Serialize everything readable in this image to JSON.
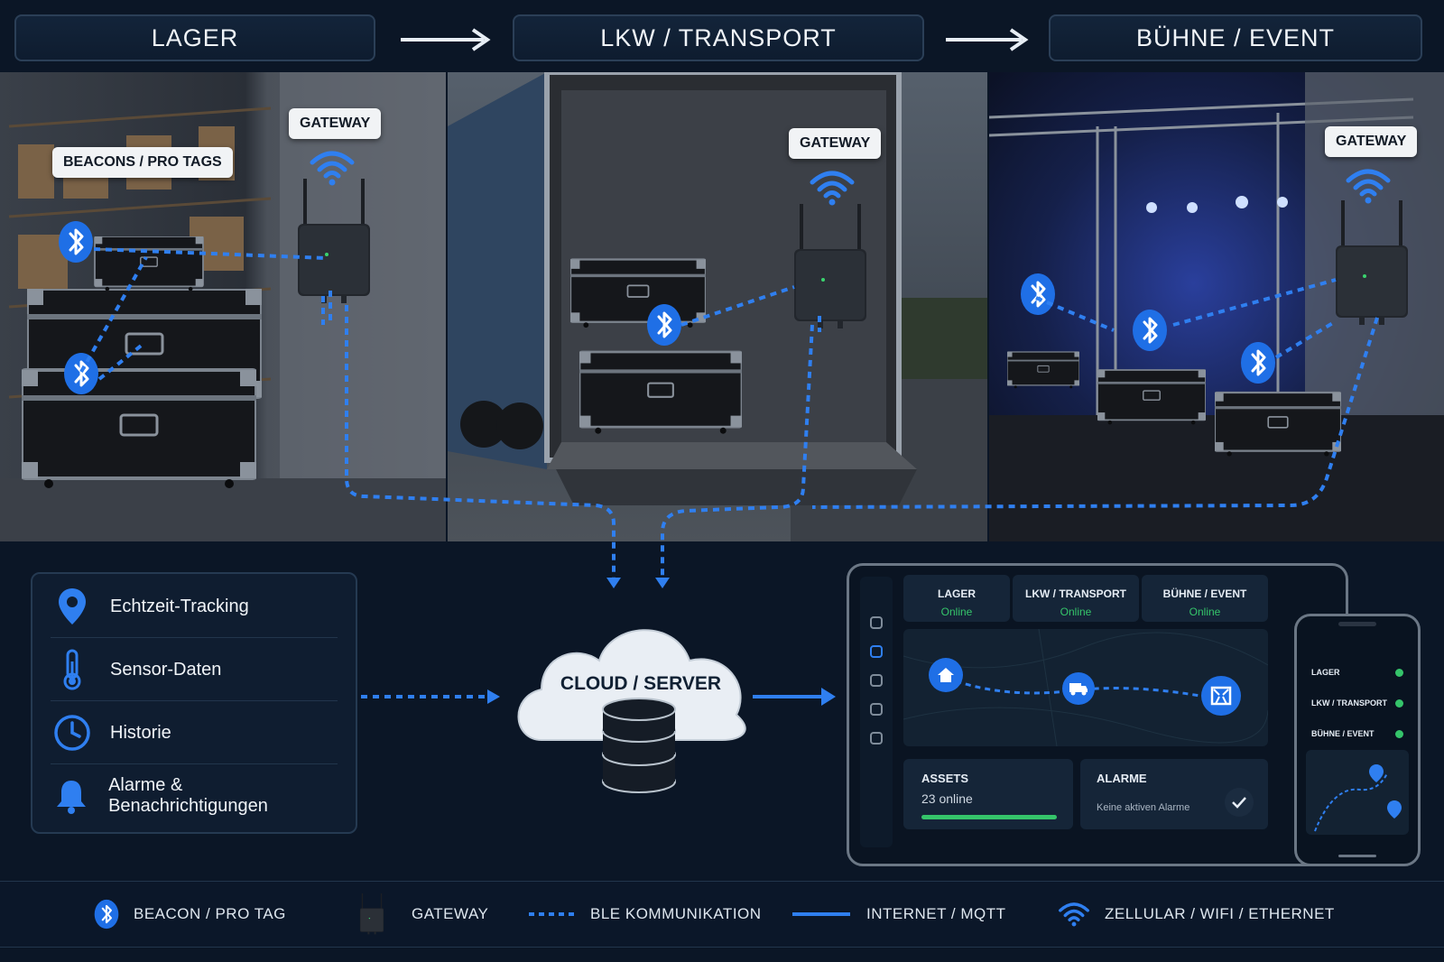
{
  "stages": [
    {
      "label": "LAGER"
    },
    {
      "label": "LKW / TRANSPORT"
    },
    {
      "label": "BÜHNE / EVENT"
    }
  ],
  "tags": {
    "beacons": "BEACONS / PRO TAGS",
    "gateway_warehouse": "GATEWAY",
    "gateway_truck": "GATEWAY",
    "gateway_stage": "GATEWAY"
  },
  "features": [
    {
      "label": "Echtzeit-Tracking",
      "icon": "map-pin-icon"
    },
    {
      "label": "Sensor-Daten",
      "icon": "thermometer-icon"
    },
    {
      "label": "Historie",
      "icon": "clock-icon"
    },
    {
      "label": "Alarme & Benachrichtigungen",
      "icon": "bell-icon"
    }
  ],
  "cloud": {
    "label": "CLOUD / SERVER"
  },
  "dashboard": {
    "locations": [
      {
        "name": "LAGER",
        "status": "Online"
      },
      {
        "name": "LKW / TRANSPORT",
        "status": "Online"
      },
      {
        "name": "BÜHNE / EVENT",
        "status": "Online"
      }
    ],
    "assets": {
      "title": "ASSETS",
      "value": "23 online",
      "progress": 1.0
    },
    "alarms": {
      "title": "ALARME",
      "value": "Keine aktiven Alarme"
    }
  },
  "phone": {
    "rows": [
      {
        "name": "LAGER"
      },
      {
        "name": "LKW / TRANSPORT"
      },
      {
        "name": "BÜHNE / EVENT"
      }
    ]
  },
  "legend": [
    {
      "label": "BEACON / PRO TAG",
      "icon": "bluetooth-icon"
    },
    {
      "label": "GATEWAY",
      "icon": "gateway-icon"
    },
    {
      "label": "BLE KOMMUNIKATION",
      "icon": "dotted-line-icon"
    },
    {
      "label": "INTERNET / MQTT",
      "icon": "solid-line-icon"
    },
    {
      "label": "ZELLULAR / WIFI / ETHERNET",
      "icon": "wifi-icon"
    }
  ],
  "colors": {
    "background": "#0b1626",
    "accent_blue": "#2f7ff0",
    "online_green": "#35c46a",
    "panel_border": "#253a52"
  }
}
